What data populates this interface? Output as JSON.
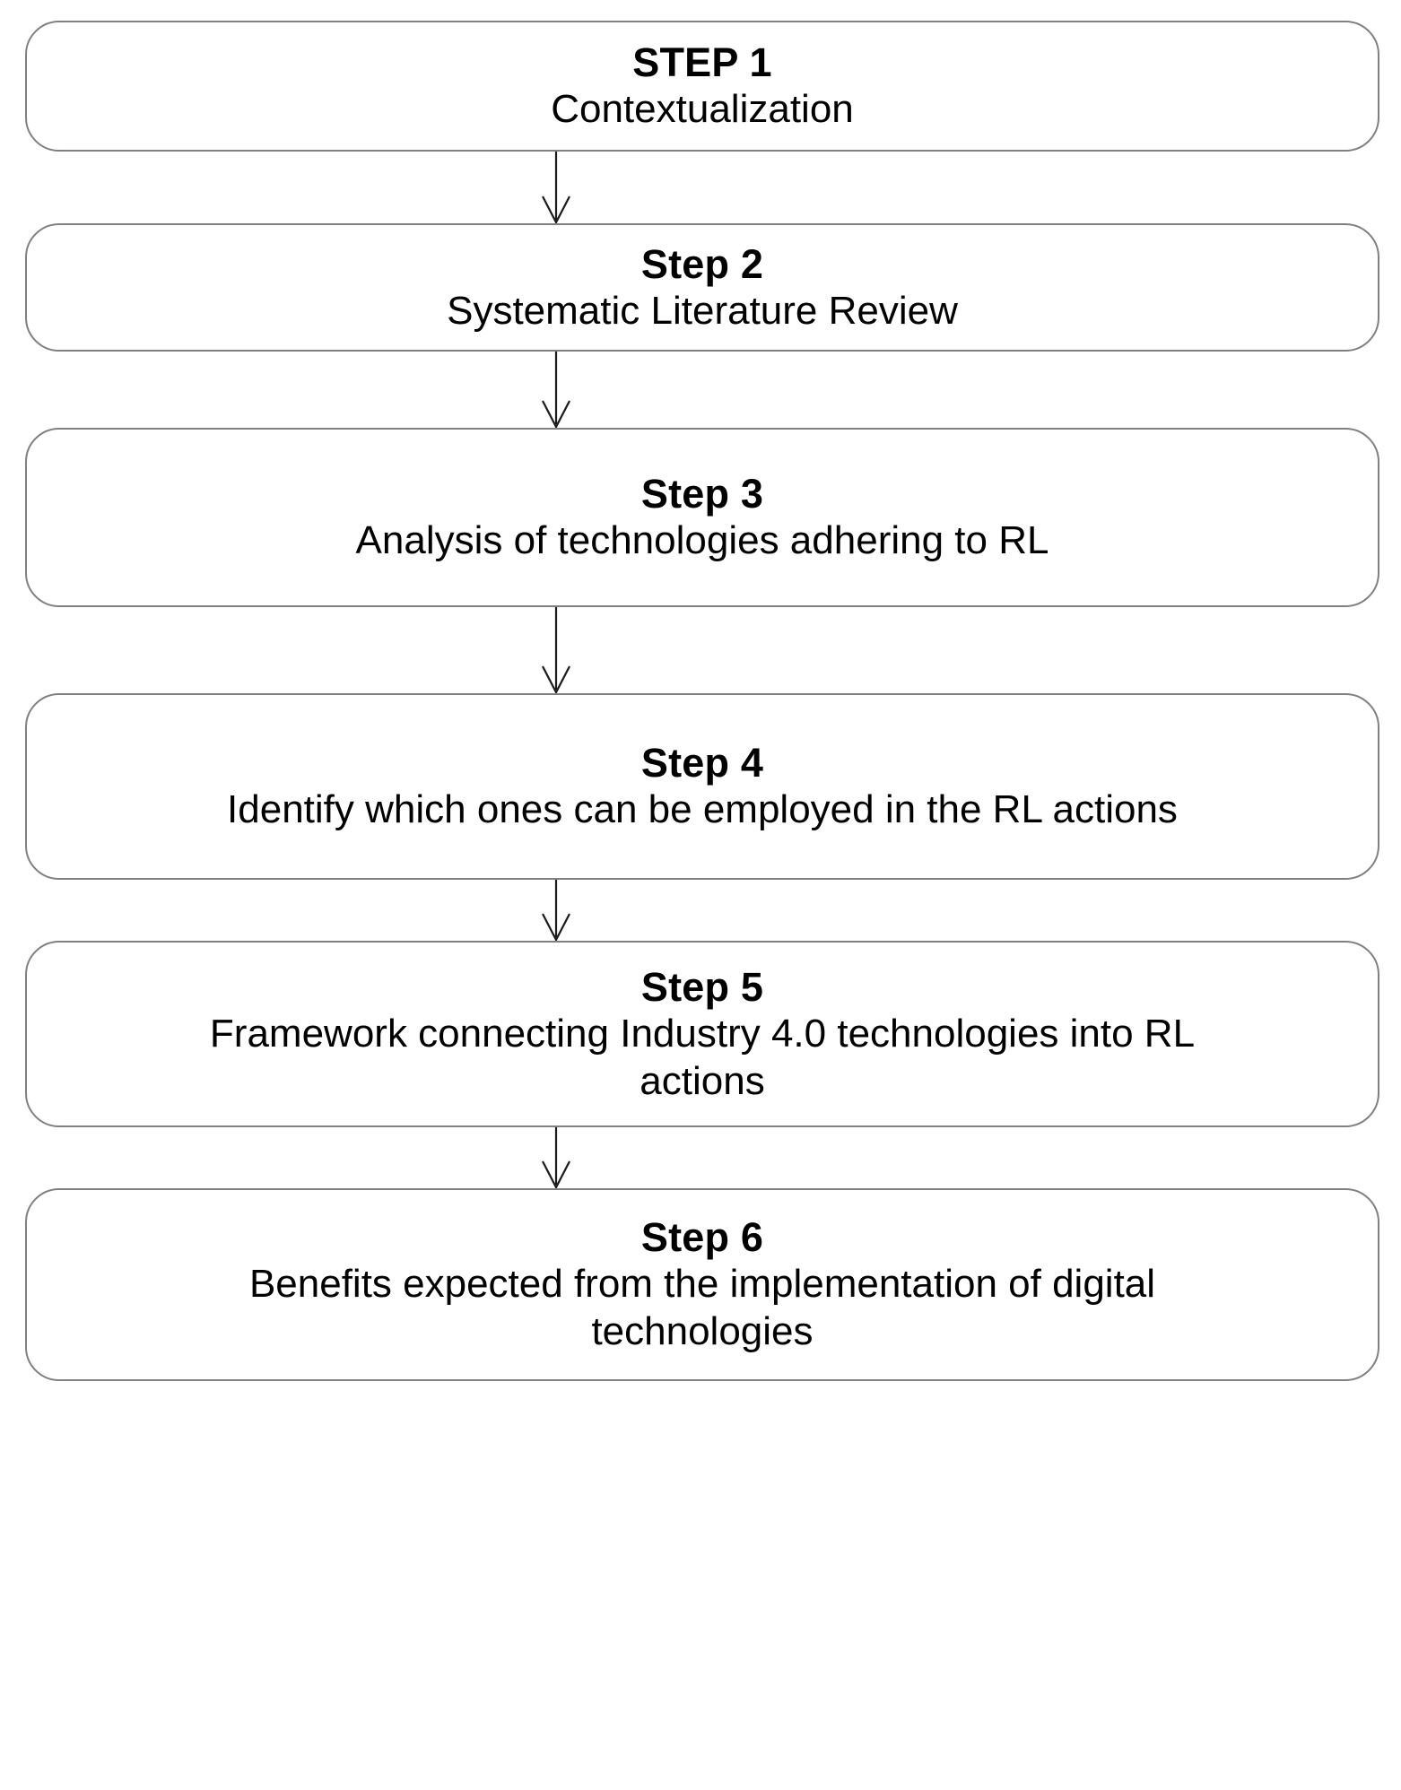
{
  "diagram": {
    "title": "Research methodology steps flowchart",
    "orientation": "vertical top-to-bottom",
    "node_shape": "rounded-rectangle",
    "colors": {
      "background": "#ffffff",
      "box_border": "#808080",
      "box_fill": "#ffffff",
      "text": "#000000",
      "arrow": "#1a1a1a"
    },
    "steps": [
      {
        "title": "STEP 1",
        "description": "Contextualization"
      },
      {
        "title": "Step 2",
        "description": "Systematic Literature Review"
      },
      {
        "title": "Step 3",
        "description": "Analysis of technologies adhering to RL"
      },
      {
        "title": "Step 4",
        "description": "Identify which ones can be employed in the RL actions"
      },
      {
        "title": "Step 5",
        "description": "Framework connecting Industry 4.0 technologies into RL actions"
      },
      {
        "title": "Step 6",
        "description": "Benefits expected from the implementation of digital technologies"
      }
    ],
    "connectors": [
      {
        "from": "STEP 1",
        "to": "Step 2",
        "type": "arrow-down"
      },
      {
        "from": "Step 2",
        "to": "Step 3",
        "type": "arrow-down"
      },
      {
        "from": "Step 3",
        "to": "Step 4",
        "type": "arrow-down"
      },
      {
        "from": "Step 4",
        "to": "Step 5",
        "type": "arrow-down"
      },
      {
        "from": "Step 5",
        "to": "Step 6",
        "type": "arrow-down"
      }
    ]
  }
}
